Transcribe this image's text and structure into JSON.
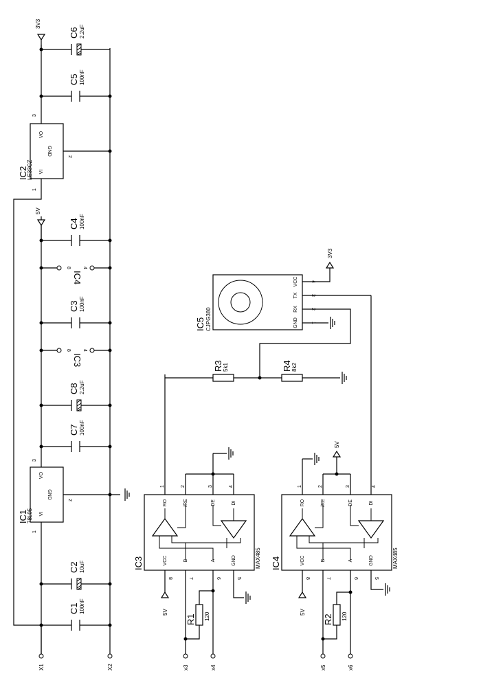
{
  "nets": {
    "v33": "3V3",
    "v5": "5V"
  },
  "connectors": [
    "X1",
    "X2",
    "x3",
    "x4",
    "x5",
    "x6"
  ],
  "caps": {
    "c1": {
      "ref": "C1",
      "value": "100nF"
    },
    "c2": {
      "ref": "C2",
      "value": "10uF"
    },
    "c3": {
      "ref": "C3",
      "value": "100nF"
    },
    "c4": {
      "ref": "C4",
      "value": "100nF"
    },
    "c5": {
      "ref": "C5",
      "value": "100nF"
    },
    "c6": {
      "ref": "C6",
      "value": "2.2uF"
    },
    "c7": {
      "ref": "C7",
      "value": "100nF"
    },
    "c8": {
      "ref": "C8",
      "value": "2.2uF"
    }
  },
  "regs": {
    "ic1": {
      "ref": "IC1",
      "part": "78L05",
      "vi": "VI",
      "vo": "VO",
      "gnd": "GND",
      "p1": "1",
      "p2": "2",
      "p3": "3"
    },
    "ic2": {
      "ref": "IC2",
      "part": "LE33CZ",
      "vi": "VI",
      "vo": "VO",
      "gnd": "GND",
      "p1": "1",
      "p2": "2",
      "p3": "3"
    }
  },
  "supply_refs": {
    "ic3": {
      "ref": "IC3",
      "p8": "8",
      "p4": "4"
    },
    "ic4": {
      "ref": "IC4",
      "p8": "8",
      "p4": "4"
    }
  },
  "res": {
    "r1": {
      "ref": "R1",
      "value": "120"
    },
    "r2": {
      "ref": "R2",
      "value": "120"
    },
    "r3": {
      "ref": "R3",
      "value": "5k1"
    },
    "r4": {
      "ref": "R4",
      "value": "8k2"
    }
  },
  "transceivers": {
    "ic3": {
      "ref": "IC3",
      "part": "MAX485"
    },
    "ic4": {
      "ref": "IC4",
      "part": "MAX485"
    }
  },
  "max_pins": {
    "top_names": [
      "RO",
      "/RE",
      "DE",
      "DI"
    ],
    "top_nums": [
      "1",
      "2",
      "3",
      "4"
    ],
    "bot_names": [
      "VCC",
      "B",
      "A",
      "GND"
    ],
    "bot_nums": [
      "8",
      "7",
      "6",
      "5"
    ]
  },
  "gps": {
    "ref": "IC5",
    "part": "CJPG380",
    "pin_names": [
      "VCC",
      "TX",
      "RX",
      "GND"
    ],
    "pin_nums": [
      "4",
      "3",
      "2",
      "1"
    ]
  }
}
